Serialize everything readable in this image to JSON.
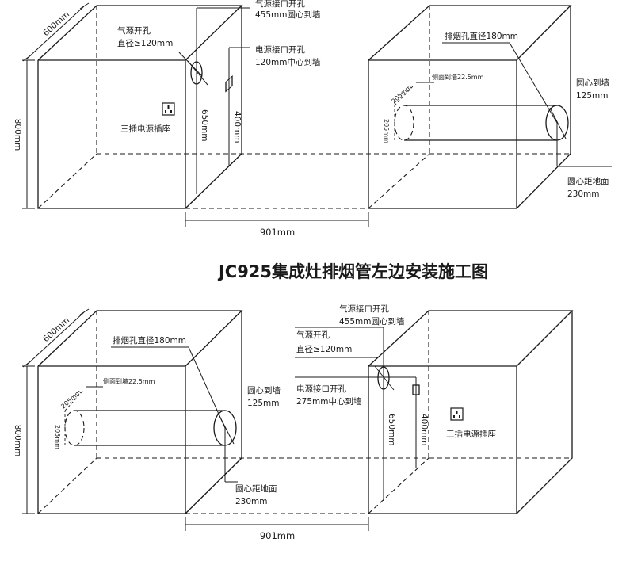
{
  "title": "JC925集成灶排烟管左边安装施工图",
  "top": {
    "depth": "600mm",
    "height": "800mm",
    "width": "901mm",
    "gas_hole_line1": "气源接口开孔",
    "gas_hole_line2": "455mm圆心到墙",
    "gas_hole_dia_line1": "气源开孔",
    "gas_hole_dia_line2": "直径≥120mm",
    "power_line1": "电源接口开孔",
    "power_line2": "120mm中心到墙",
    "socket": "三插电源插座",
    "h650": "650mm",
    "h400": "400mm",
    "exhaust": "排烟孔直径180mm",
    "side_wall": "侧面到墙22.5mm",
    "w205a": "205mm",
    "w205b": "205mm",
    "center_wall_line1": "圆心到墙",
    "center_wall_line2": "125mm",
    "center_floor_line1": "圆心距地面",
    "center_floor_line2": "230mm"
  },
  "bottom": {
    "depth": "600mm",
    "height": "800mm",
    "width": "901mm",
    "exhaust": "排烟孔直径180mm",
    "side_wall": "侧面到墙22.5mm",
    "w205a": "205mm",
    "w205b": "205mm",
    "center_wall_line1": "圆心到墙",
    "center_wall_line2": "125mm",
    "center_floor_line1": "圆心距地面",
    "center_floor_line2": "230mm",
    "gas_hole_line1": "气源接口开孔",
    "gas_hole_line2": "455mm圆心到墙",
    "gas_hole_dia_line1": "气源开孔",
    "gas_hole_dia_line2": "直径≥120mm",
    "power_line1": "电源接口开孔",
    "power_line2": "275mm中心到墙",
    "h650": "650mm",
    "h400": "400mm",
    "socket": "三插电源插座"
  }
}
